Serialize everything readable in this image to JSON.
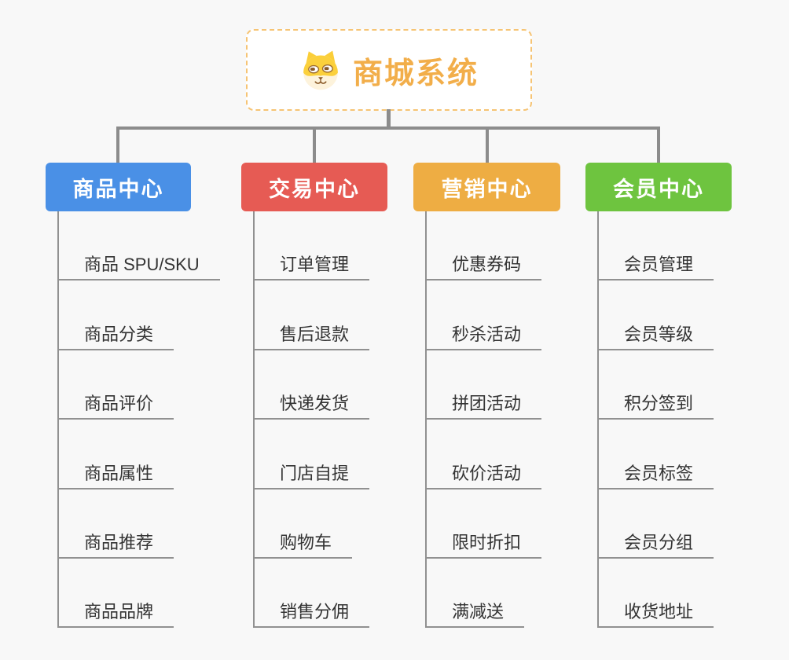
{
  "root": {
    "title": "商城系统",
    "icon": "dog-face-icon"
  },
  "branches": [
    {
      "label": "商品中心",
      "color": "#4a90e6",
      "items": [
        "商品 SPU/SKU",
        "商品分类",
        "商品评价",
        "商品属性",
        "商品推荐",
        "商品品牌"
      ]
    },
    {
      "label": "交易中心",
      "color": "#e65b54",
      "items": [
        "订单管理",
        "售后退款",
        "快递发货",
        "门店自提",
        "购物车",
        "销售分佣"
      ]
    },
    {
      "label": "营销中心",
      "color": "#eead43",
      "items": [
        "优惠券码",
        "秒杀活动",
        "拼团活动",
        "砍价活动",
        "限时折扣",
        "满减送"
      ]
    },
    {
      "label": "会员中心",
      "color": "#6ec43f",
      "items": [
        "会员管理",
        "会员等级",
        "积分签到",
        "会员标签",
        "会员分组",
        "收货地址"
      ]
    }
  ],
  "colors": {
    "background": "#f8f8f8",
    "connector": "#8c8c8c",
    "child_connector": "#919191",
    "root_title": "#f2ae4a",
    "root_border": "#f6c474",
    "item_text": "#333333"
  }
}
